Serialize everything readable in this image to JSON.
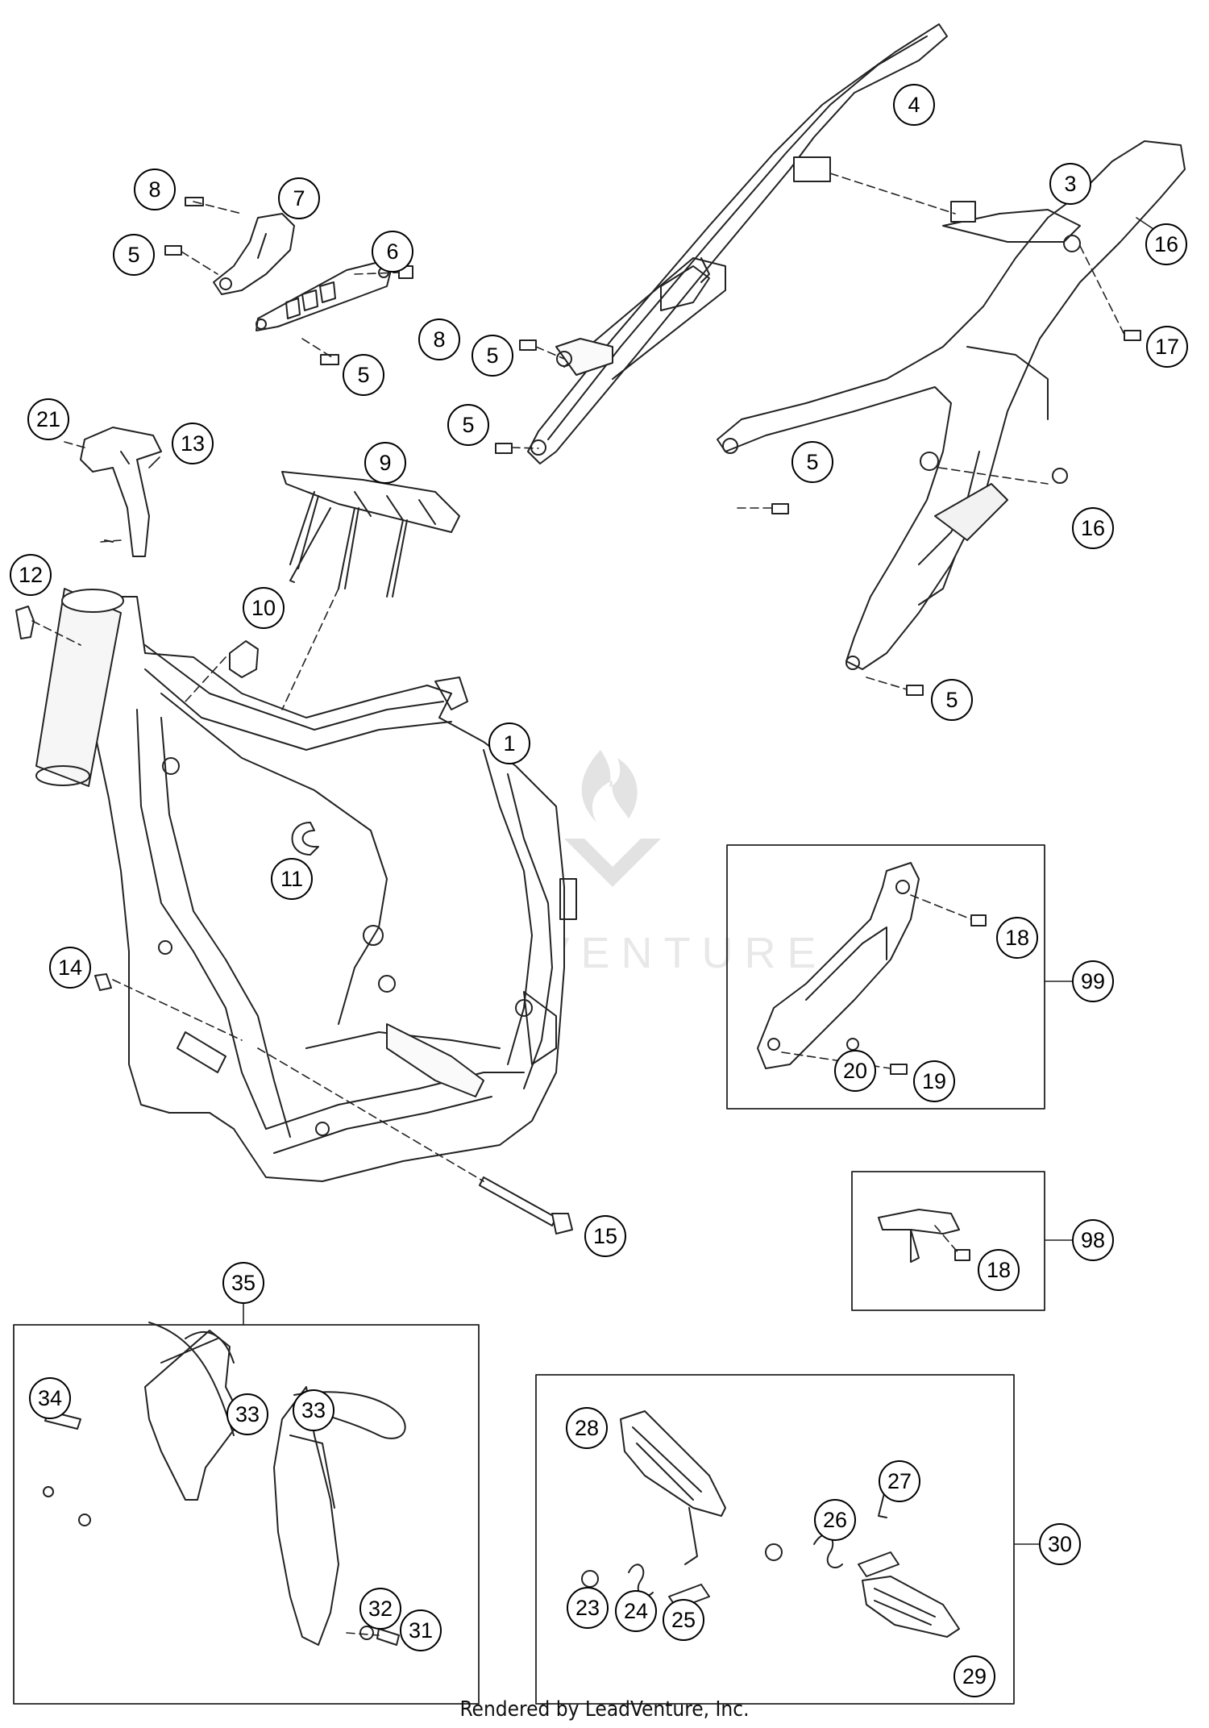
{
  "diagram": {
    "callouts": [
      {
        "id": "c1",
        "label": "1"
      },
      {
        "id": "c3",
        "label": "3"
      },
      {
        "id": "c4",
        "label": "4"
      },
      {
        "id": "c5a",
        "label": "5"
      },
      {
        "id": "c5b",
        "label": "5"
      },
      {
        "id": "c5c",
        "label": "5"
      },
      {
        "id": "c5d",
        "label": "5"
      },
      {
        "id": "c5e",
        "label": "5"
      },
      {
        "id": "c5f",
        "label": "5"
      },
      {
        "id": "c6",
        "label": "6"
      },
      {
        "id": "c7",
        "label": "7"
      },
      {
        "id": "c8a",
        "label": "8"
      },
      {
        "id": "c8b",
        "label": "8"
      },
      {
        "id": "c9",
        "label": "9"
      },
      {
        "id": "c10",
        "label": "10"
      },
      {
        "id": "c11",
        "label": "11"
      },
      {
        "id": "c12",
        "label": "12"
      },
      {
        "id": "c13",
        "label": "13"
      },
      {
        "id": "c14",
        "label": "14"
      },
      {
        "id": "c15",
        "label": "15"
      },
      {
        "id": "c16a",
        "label": "16"
      },
      {
        "id": "c16b",
        "label": "16"
      },
      {
        "id": "c17",
        "label": "17"
      },
      {
        "id": "c18a",
        "label": "18"
      },
      {
        "id": "c18b",
        "label": "18"
      },
      {
        "id": "c19",
        "label": "19"
      },
      {
        "id": "c20",
        "label": "20"
      },
      {
        "id": "c21",
        "label": "21"
      },
      {
        "id": "c23",
        "label": "23"
      },
      {
        "id": "c24",
        "label": "24"
      },
      {
        "id": "c25",
        "label": "25"
      },
      {
        "id": "c26",
        "label": "26"
      },
      {
        "id": "c27",
        "label": "27"
      },
      {
        "id": "c28",
        "label": "28"
      },
      {
        "id": "c29",
        "label": "29"
      },
      {
        "id": "c30",
        "label": "30"
      },
      {
        "id": "c31",
        "label": "31"
      },
      {
        "id": "c32",
        "label": "32"
      },
      {
        "id": "c33a",
        "label": "33"
      },
      {
        "id": "c33b",
        "label": "33"
      },
      {
        "id": "c34",
        "label": "34"
      },
      {
        "id": "c35",
        "label": "35"
      },
      {
        "id": "c98",
        "label": "98"
      },
      {
        "id": "c99",
        "label": "99"
      }
    ],
    "groups": [
      {
        "id": "g99",
        "callout": "99",
        "parts": [
          "18",
          "19",
          "20"
        ]
      },
      {
        "id": "g98",
        "callout": "98",
        "parts": [
          "18"
        ]
      },
      {
        "id": "g35",
        "callout": "35",
        "parts": [
          "31",
          "32",
          "33",
          "34"
        ]
      },
      {
        "id": "g30",
        "callout": "30",
        "parts": [
          "23",
          "24",
          "25",
          "26",
          "27",
          "28",
          "29"
        ]
      }
    ],
    "watermark": {
      "text": "LEADVENTURE",
      "icon": "flame-logo-icon"
    },
    "footer": {
      "credit": "Rendered by LeadVenture, Inc."
    }
  }
}
